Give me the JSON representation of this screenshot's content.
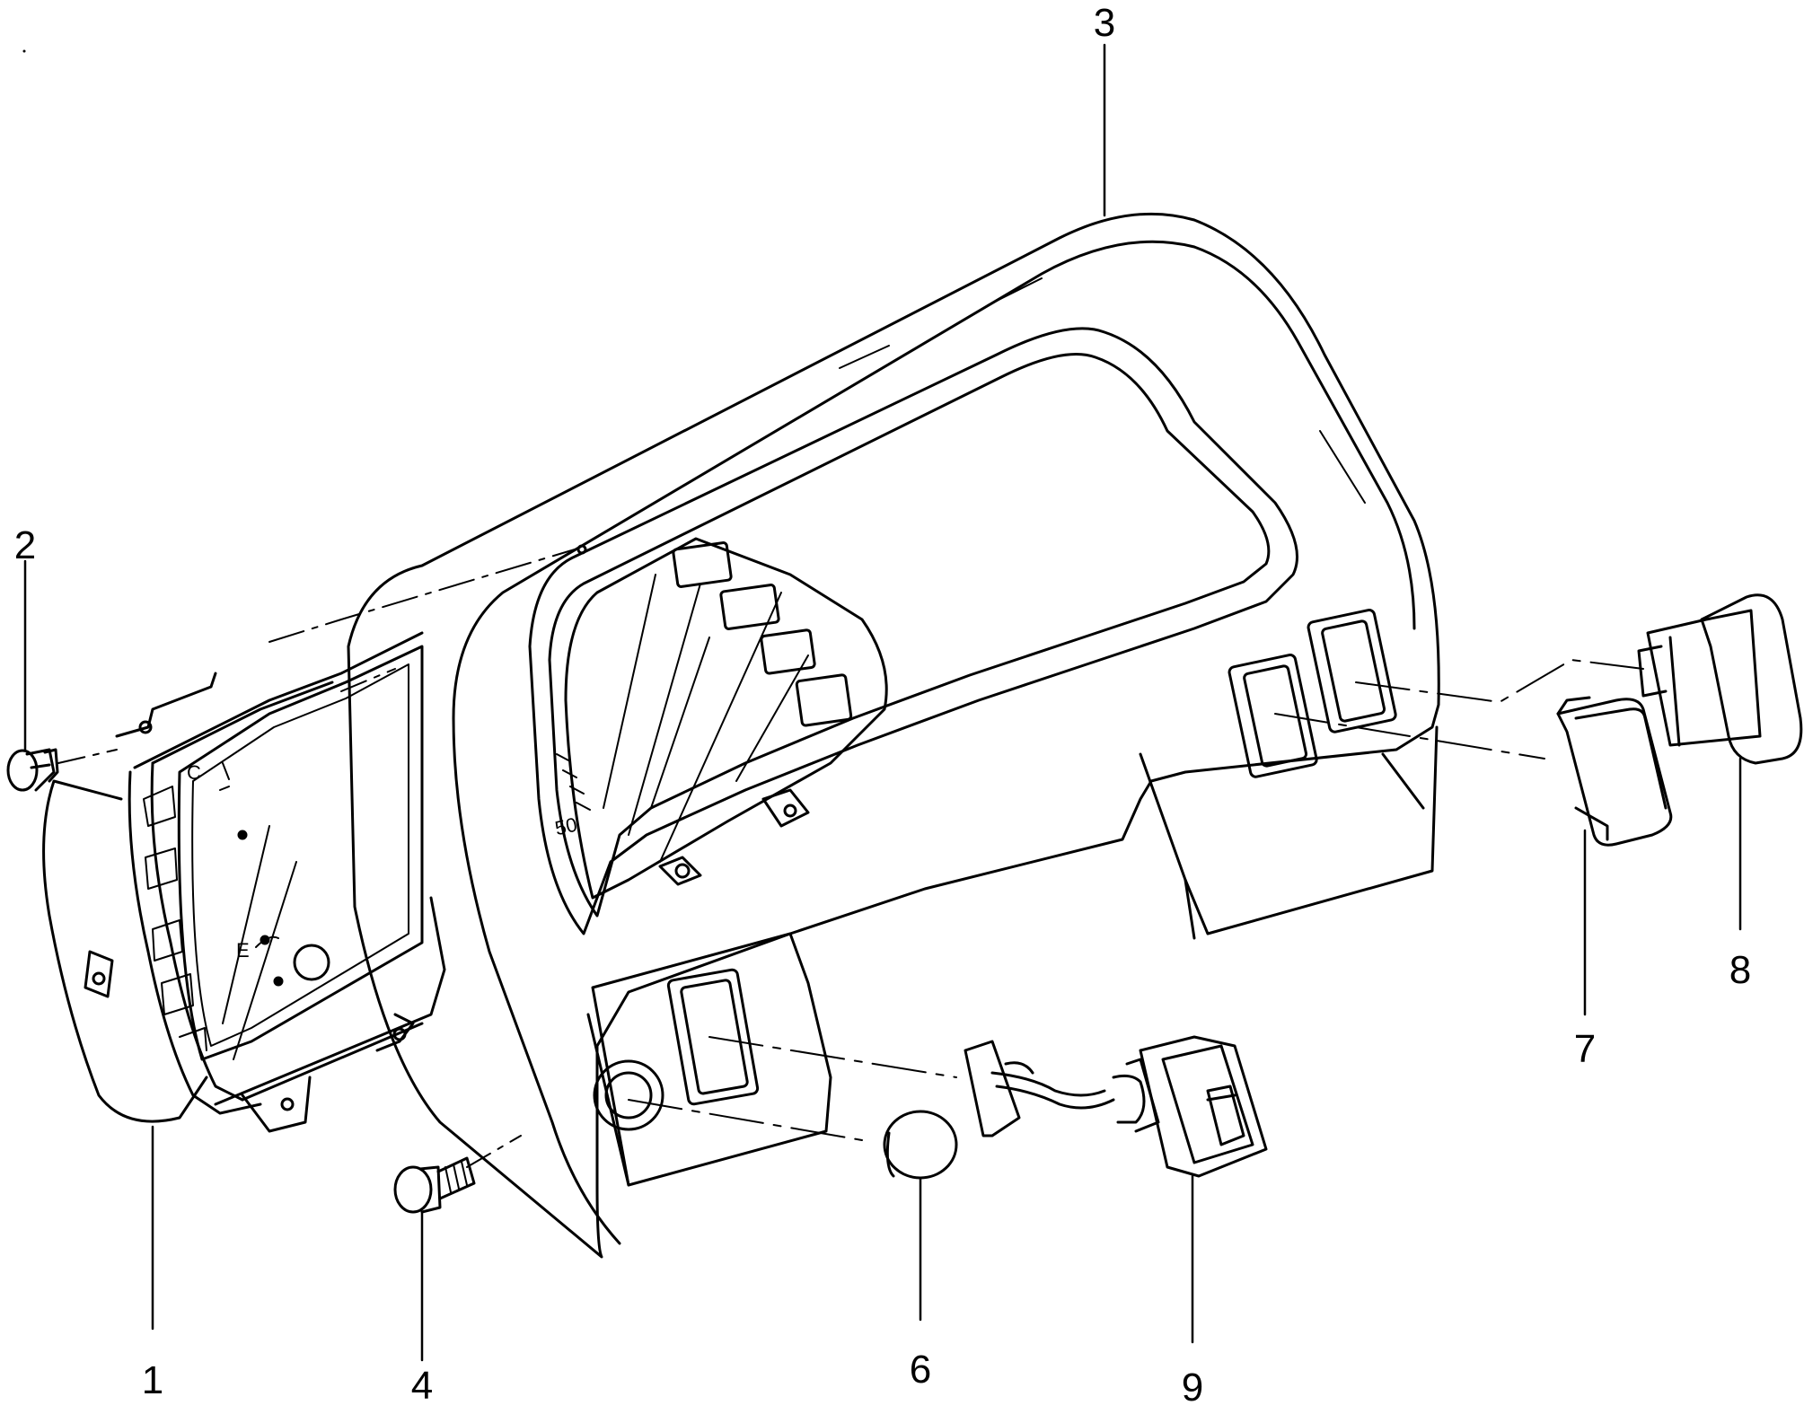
{
  "diagram": {
    "callouts": [
      {
        "id": "1",
        "label": "1"
      },
      {
        "id": "2",
        "label": "2"
      },
      {
        "id": "3",
        "label": "3"
      },
      {
        "id": "4",
        "label": "4"
      },
      {
        "id": "6",
        "label": "6"
      },
      {
        "id": "7",
        "label": "7"
      },
      {
        "id": "8",
        "label": "8"
      },
      {
        "id": "9",
        "label": "9"
      }
    ],
    "gauge_marks": {
      "cold": "C",
      "empty": "E",
      "speed_tick": "50"
    }
  },
  "colors": {
    "line": "#000000",
    "background": "#ffffff"
  }
}
